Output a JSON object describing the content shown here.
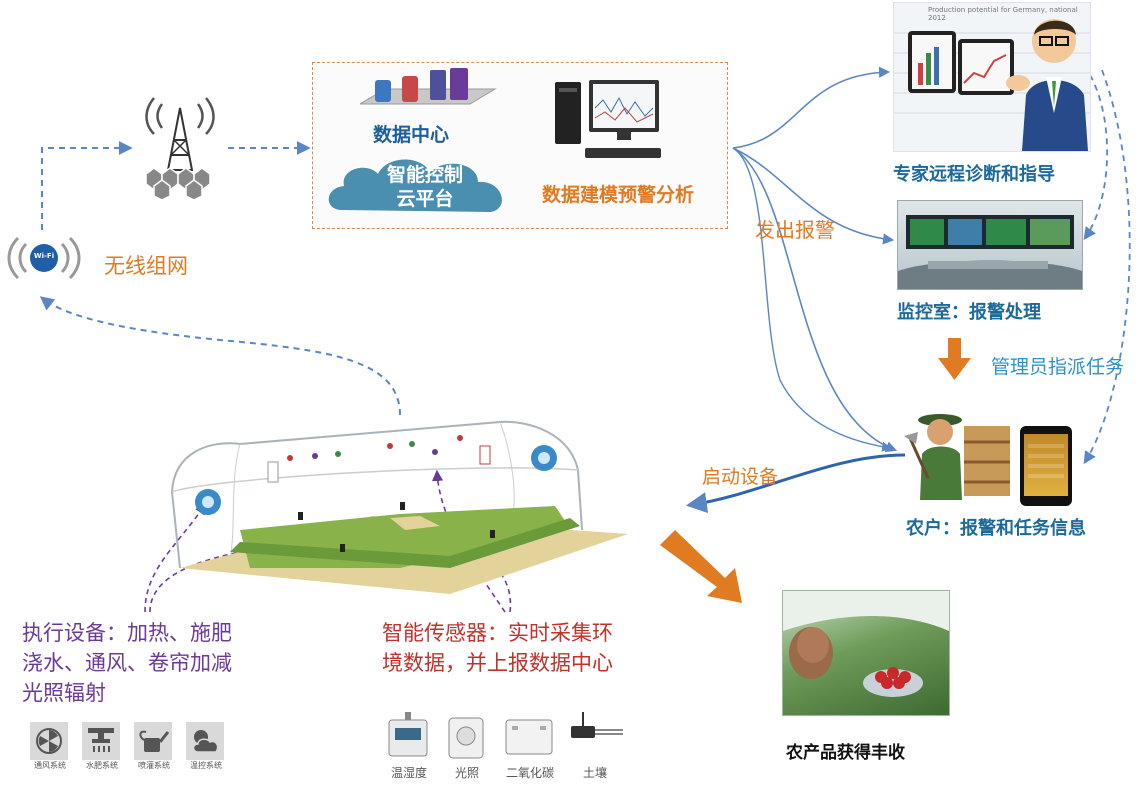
{
  "labels": {
    "wifi_network": "无线组网",
    "data_center": "数据中心",
    "cloud_platform_line1": "智能控制",
    "cloud_platform_line2": "云平台",
    "data_modeling": "数据建模预警分析",
    "send_alarm": "发出报警",
    "expert": "专家远程诊断和指导",
    "monitor_room": "监控室：报警处理",
    "admin_assign": "管理员指派任务",
    "farmer": "农户：报警和任务信息",
    "start_device": "启动设备",
    "actuator_line1": "执行设备：加热、施肥",
    "actuator_line2": "浇水、通风、卷帘加减",
    "actuator_line3": "光照辐射",
    "sensor_line1": "智能传感器：实时采集环",
    "sensor_line2": "境数据，并上报数据中心",
    "harvest": "农产品获得丰收",
    "wifi_badge": "Wi-Fi",
    "chart_caption": "Production potential for Germany, national 2012"
  },
  "actuator_icons": [
    {
      "icon": "fan-icon",
      "caption": "通风系统"
    },
    {
      "icon": "shower-icon",
      "caption": "水肥系统"
    },
    {
      "icon": "watering-can-icon",
      "caption": "喷灌系统"
    },
    {
      "icon": "cloud-sun-icon",
      "caption": "温控系统"
    }
  ],
  "sensors": [
    {
      "icon": "temp-humidity-sensor-icon",
      "caption": "温湿度"
    },
    {
      "icon": "light-sensor-icon",
      "caption": "光照"
    },
    {
      "icon": "co2-sensor-icon",
      "caption": "二氧化碳"
    },
    {
      "icon": "soil-sensor-icon",
      "caption": "土壤"
    }
  ],
  "colors": {
    "orange": "#e07b22",
    "blue_text": "#1c6a9a",
    "purple": "#6b3a96",
    "arrow_blue": "#5b86c4",
    "cloud": "#4a8fb0"
  }
}
